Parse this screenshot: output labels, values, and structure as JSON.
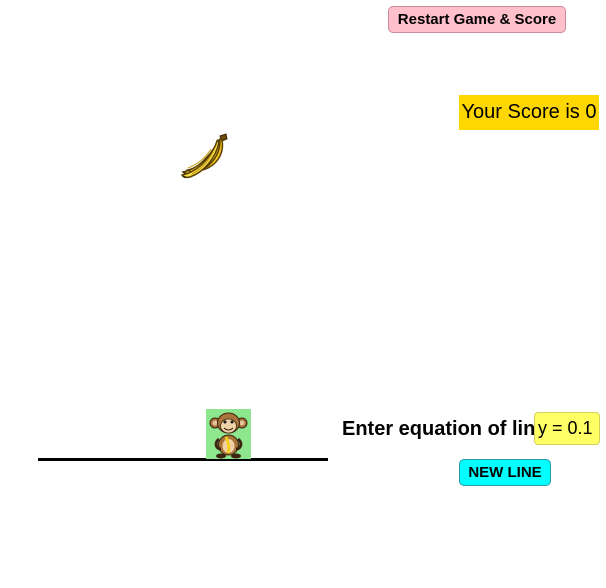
{
  "controls": {
    "restart_label": "Restart Game & Score",
    "new_line_label": "NEW LINE"
  },
  "score": {
    "text": "Your Score is 0",
    "value": 0
  },
  "equation": {
    "label": "Enter equation of line",
    "value": "y = 0.1"
  },
  "colors": {
    "restart_bg": "#ffc0cb",
    "score_bg": "#ffd700",
    "input_bg": "#ffff66",
    "new_line_bg": "#00ffff",
    "monkey_bg": "#8ee68e",
    "banana": "#f5d020"
  },
  "icons": {
    "target": "banana-icon",
    "player": "monkey-sprite"
  }
}
